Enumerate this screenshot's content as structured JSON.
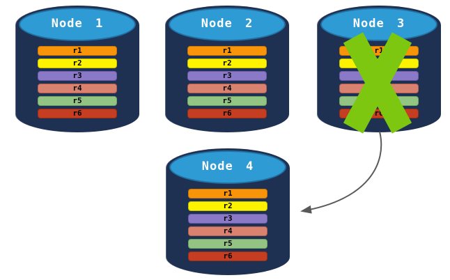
{
  "diagram": {
    "nodes": [
      {
        "id": "node1",
        "label": "Node 1",
        "failed": false
      },
      {
        "id": "node2",
        "label": "Node 2",
        "failed": false
      },
      {
        "id": "node3",
        "label": "Node 3",
        "failed": true
      },
      {
        "id": "node4",
        "label": "Node 4",
        "failed": false
      }
    ],
    "rows": [
      {
        "label": "r1",
        "color": "#F7940A",
        "border": "#C97503"
      },
      {
        "label": "r2",
        "color": "#FDF300",
        "border": "#C9C200"
      },
      {
        "label": "r3",
        "color": "#8A79C6",
        "border": "#6C5BA7"
      },
      {
        "label": "r4",
        "color": "#DA8270",
        "border": "#B35F4F"
      },
      {
        "label": "r5",
        "color": "#93C483",
        "border": "#70A55F"
      },
      {
        "label": "r6",
        "color": "#C63E22",
        "border": "#972D16"
      }
    ],
    "colors": {
      "cylinder_body": "#1E3153",
      "cylinder_top": "#2E9BD5",
      "cylinder_top_border": "#2370A3",
      "failure_x": "#7DC711",
      "arrow": "#595959"
    },
    "icons": {
      "failure": "x-mark-icon",
      "transfer": "curved-arrow-icon"
    },
    "annotations": {
      "failure_mark_on": "Node 3",
      "arrow_from": "Node 3",
      "arrow_to": "Node 4"
    }
  }
}
